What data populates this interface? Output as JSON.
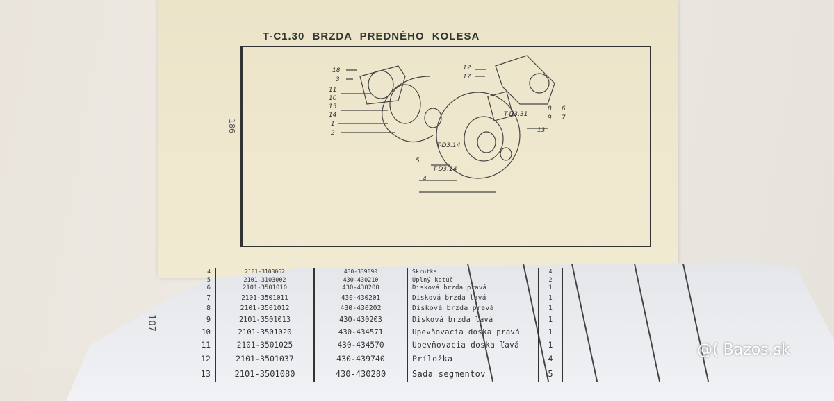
{
  "top_page": {
    "title": "T-C1.30  BRZDA PREDNÉHO KOLESA",
    "page_number": "186",
    "callouts": [
      "18",
      "3",
      "11",
      "10",
      "15",
      "14",
      "1",
      "2",
      "12",
      "17",
      "T-D3.14",
      "5",
      "T-D3.14",
      "4",
      "T-D3.31",
      "8",
      "9",
      "6",
      "7",
      "13"
    ]
  },
  "bottom_page": {
    "page_number": "107",
    "rows": [
      {
        "n": "4",
        "code": "2101-3103062",
        "cat": "430-339090",
        "desc": "Skrutka",
        "qty": "4"
      },
      {
        "n": "5",
        "code": "2101-3103002",
        "cat": "430-430210",
        "desc": "Úplný kotúč",
        "qty": "2"
      },
      {
        "n": "6",
        "code": "2101-3501010",
        "cat": "430-430200",
        "desc": "Disková brzda pravá",
        "qty": "1"
      },
      {
        "n": "7",
        "code": "2101-3501011",
        "cat": "430-430201",
        "desc": "Disková brzda ľavá",
        "qty": "1"
      },
      {
        "n": "8",
        "code": "2101-3501012",
        "cat": "430-430202",
        "desc": "Disková brzda pravá",
        "qty": "1"
      },
      {
        "n": "9",
        "code": "2101-3501013",
        "cat": "430-430203",
        "desc": "Disková brzda ľavá",
        "qty": "1"
      },
      {
        "n": "10",
        "code": "2101-3501020",
        "cat": "430-434571",
        "desc": "Upevňovacia doska pravá",
        "qty": "1"
      },
      {
        "n": "11",
        "code": "2101-3501025",
        "cat": "430-434570",
        "desc": "Upevňovacia doska ľavá",
        "qty": "1"
      },
      {
        "n": "12",
        "code": "2101-3501037",
        "cat": "430-439740",
        "desc": "Príložka",
        "qty": "4"
      },
      {
        "n": "13",
        "code": "2101-3501080",
        "cat": "430-430280",
        "desc": "Sada segmentov",
        "qty": "5"
      }
    ]
  },
  "watermark": "@( Bazos.sk"
}
